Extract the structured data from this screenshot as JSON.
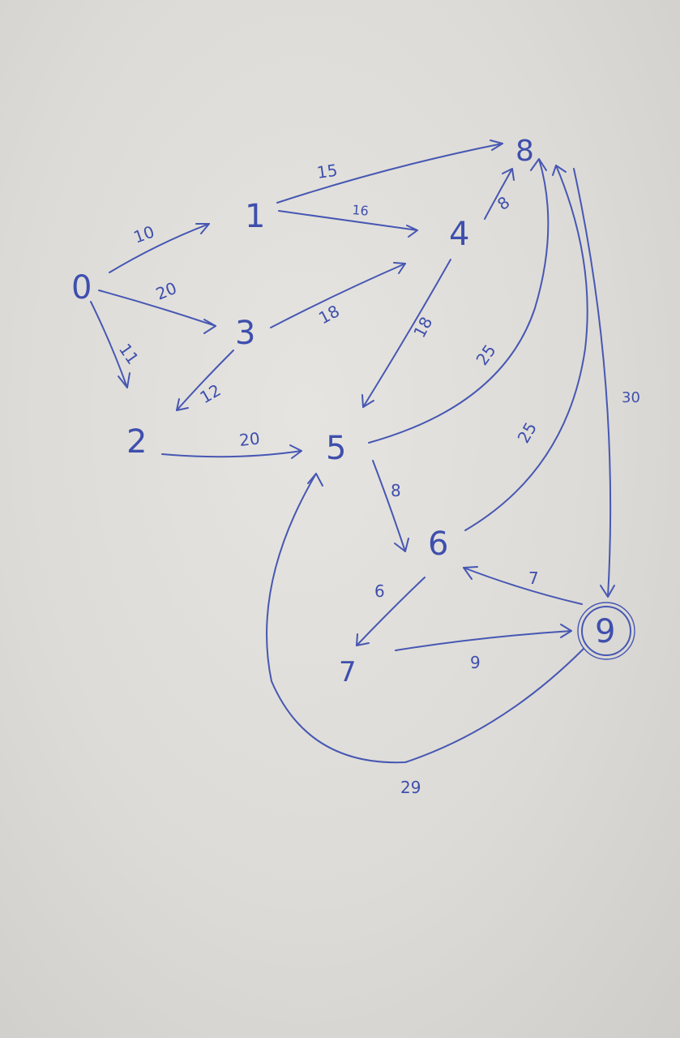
{
  "diagram": {
    "type": "weighted-directed-graph",
    "ink_color": "#4657b3",
    "paper_color": "#dedcd8",
    "nodes": [
      {
        "id": "0",
        "label": "0"
      },
      {
        "id": "1",
        "label": "1"
      },
      {
        "id": "2",
        "label": "2"
      },
      {
        "id": "3",
        "label": "3"
      },
      {
        "id": "4",
        "label": "4"
      },
      {
        "id": "5",
        "label": "5"
      },
      {
        "id": "6",
        "label": "6"
      },
      {
        "id": "7",
        "label": "7"
      },
      {
        "id": "8",
        "label": "8"
      },
      {
        "id": "9",
        "label": "9",
        "accepting": true
      }
    ],
    "edges": [
      {
        "from": "0",
        "to": "1",
        "weight": "10"
      },
      {
        "from": "0",
        "to": "3",
        "weight": "20"
      },
      {
        "from": "0",
        "to": "2",
        "weight": "11"
      },
      {
        "from": "1",
        "to": "8",
        "weight": "15"
      },
      {
        "from": "1",
        "to": "4",
        "weight": "16"
      },
      {
        "from": "3",
        "to": "4",
        "weight": "18"
      },
      {
        "from": "3",
        "to": "2",
        "weight": "12"
      },
      {
        "from": "4",
        "to": "8",
        "weight": "8"
      },
      {
        "from": "4",
        "to": "5",
        "weight": "18"
      },
      {
        "from": "2",
        "to": "5",
        "weight": "20"
      },
      {
        "from": "5",
        "to": "8",
        "weight": "25"
      },
      {
        "from": "5",
        "to": "6",
        "weight": "8"
      },
      {
        "from": "6",
        "to": "8",
        "weight": "25"
      },
      {
        "from": "8",
        "to": "9",
        "weight": "30"
      },
      {
        "from": "9",
        "to": "6",
        "weight": "7"
      },
      {
        "from": "6",
        "to": "7",
        "weight": "6"
      },
      {
        "from": "7",
        "to": "9",
        "weight": "9"
      },
      {
        "from": "9",
        "to": "5",
        "weight": "29"
      }
    ]
  }
}
